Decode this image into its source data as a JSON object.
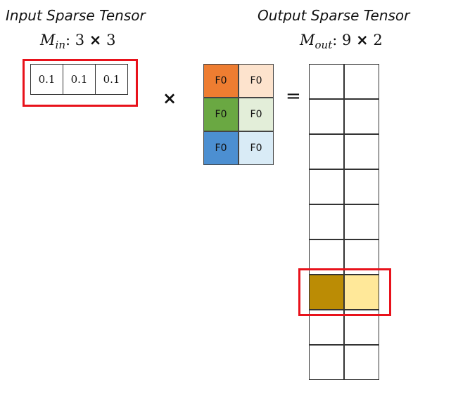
{
  "input": {
    "title": "Input Sparse Tensor",
    "label_var": "M",
    "label_sub": "in",
    "label_dims": ": 3 ",
    "label_times": "×",
    "label_dims2": " 3",
    "values": [
      "0.1",
      "0.1",
      "0.1"
    ]
  },
  "operators": {
    "multiply": "×",
    "equals": "="
  },
  "weights": {
    "cells": [
      [
        "F0",
        "F0"
      ],
      [
        "F0",
        "F0"
      ],
      [
        "F0",
        "F0"
      ]
    ],
    "colors": [
      [
        "#ee7d31",
        "#fde3cd"
      ],
      [
        "#6aa842",
        "#e3eed9"
      ],
      [
        "#4c8fd1",
        "#d9ebf6"
      ]
    ]
  },
  "output": {
    "title": "Output Sparse Tensor",
    "label_var": "M",
    "label_sub": "out",
    "label_dims": ": 9 ",
    "label_times": "×",
    "label_dims2": " 2",
    "rows": 9,
    "cols": 2,
    "highlighted_row": 6,
    "highlight_colors": [
      "#bb8c05",
      "#ffe899"
    ]
  },
  "highlight_color": "#e8121b"
}
